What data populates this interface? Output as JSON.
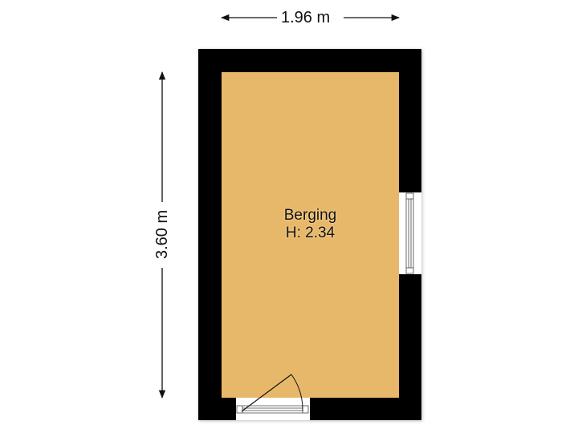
{
  "floorplan": {
    "room": {
      "name": "Berging",
      "height_label": "H: 2.34"
    },
    "dimensions": {
      "width": {
        "label": "1.96 m"
      },
      "depth": {
        "label": "3.60 m"
      }
    },
    "colors": {
      "floor": "#e8b86b",
      "wall": "#000000",
      "background": "#ffffff",
      "dimension_line": "#111111"
    },
    "openings": {
      "window": {
        "wall": "right"
      },
      "door": {
        "wall": "bottom"
      }
    }
  }
}
